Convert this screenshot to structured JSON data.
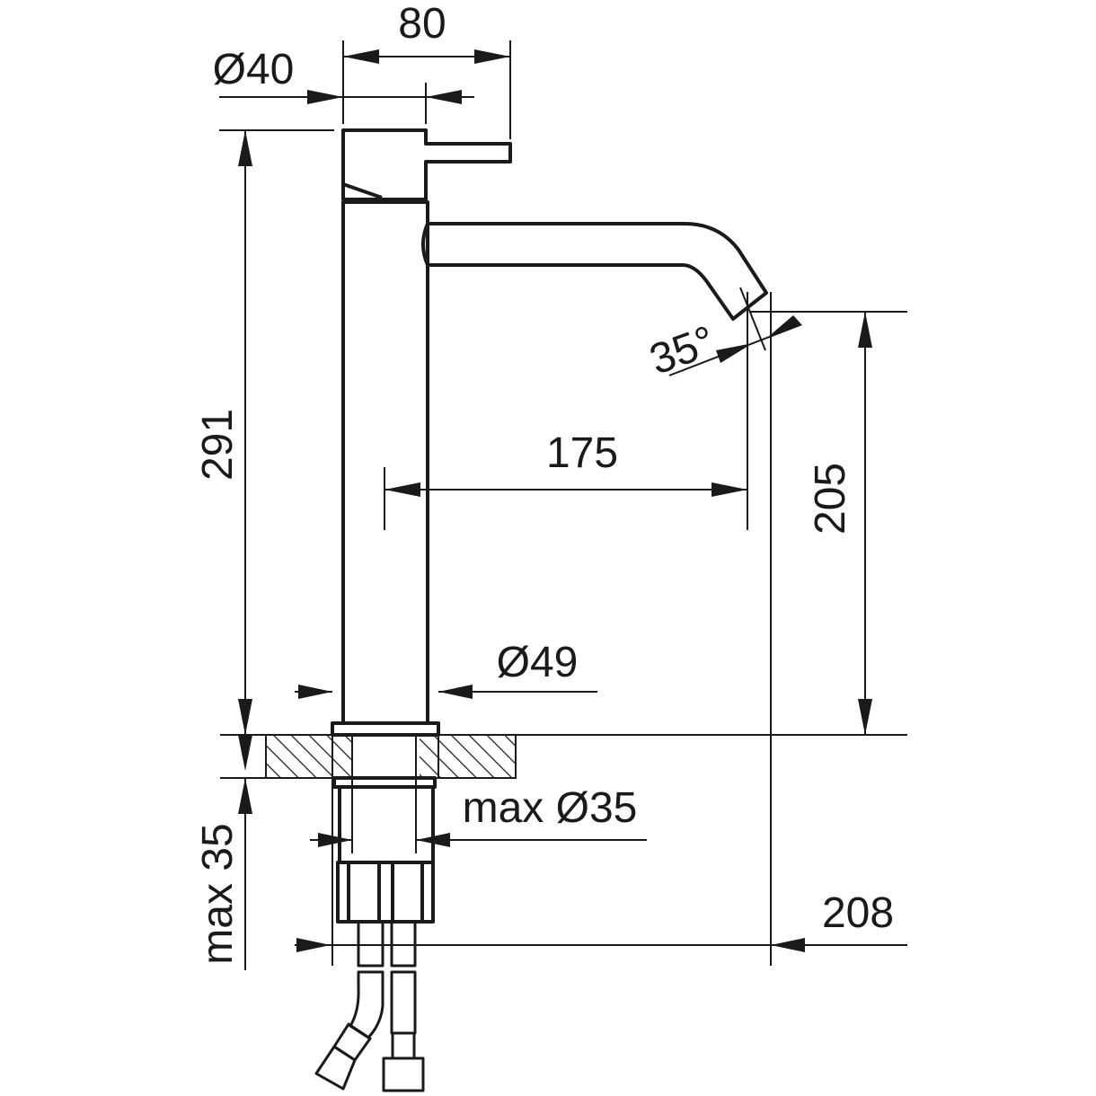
{
  "title": "Faucet technical drawing",
  "dimensions": {
    "handle_reach": "80",
    "handle_diameter": "Ø40",
    "total_height": "291",
    "spout_angle": "35°",
    "spout_reach": "175",
    "spout_height": "205",
    "body_diameter": "Ø49",
    "max_hole_diameter": "max Ø35",
    "max_counter_thickness": "max 35",
    "overall_depth": "208"
  }
}
